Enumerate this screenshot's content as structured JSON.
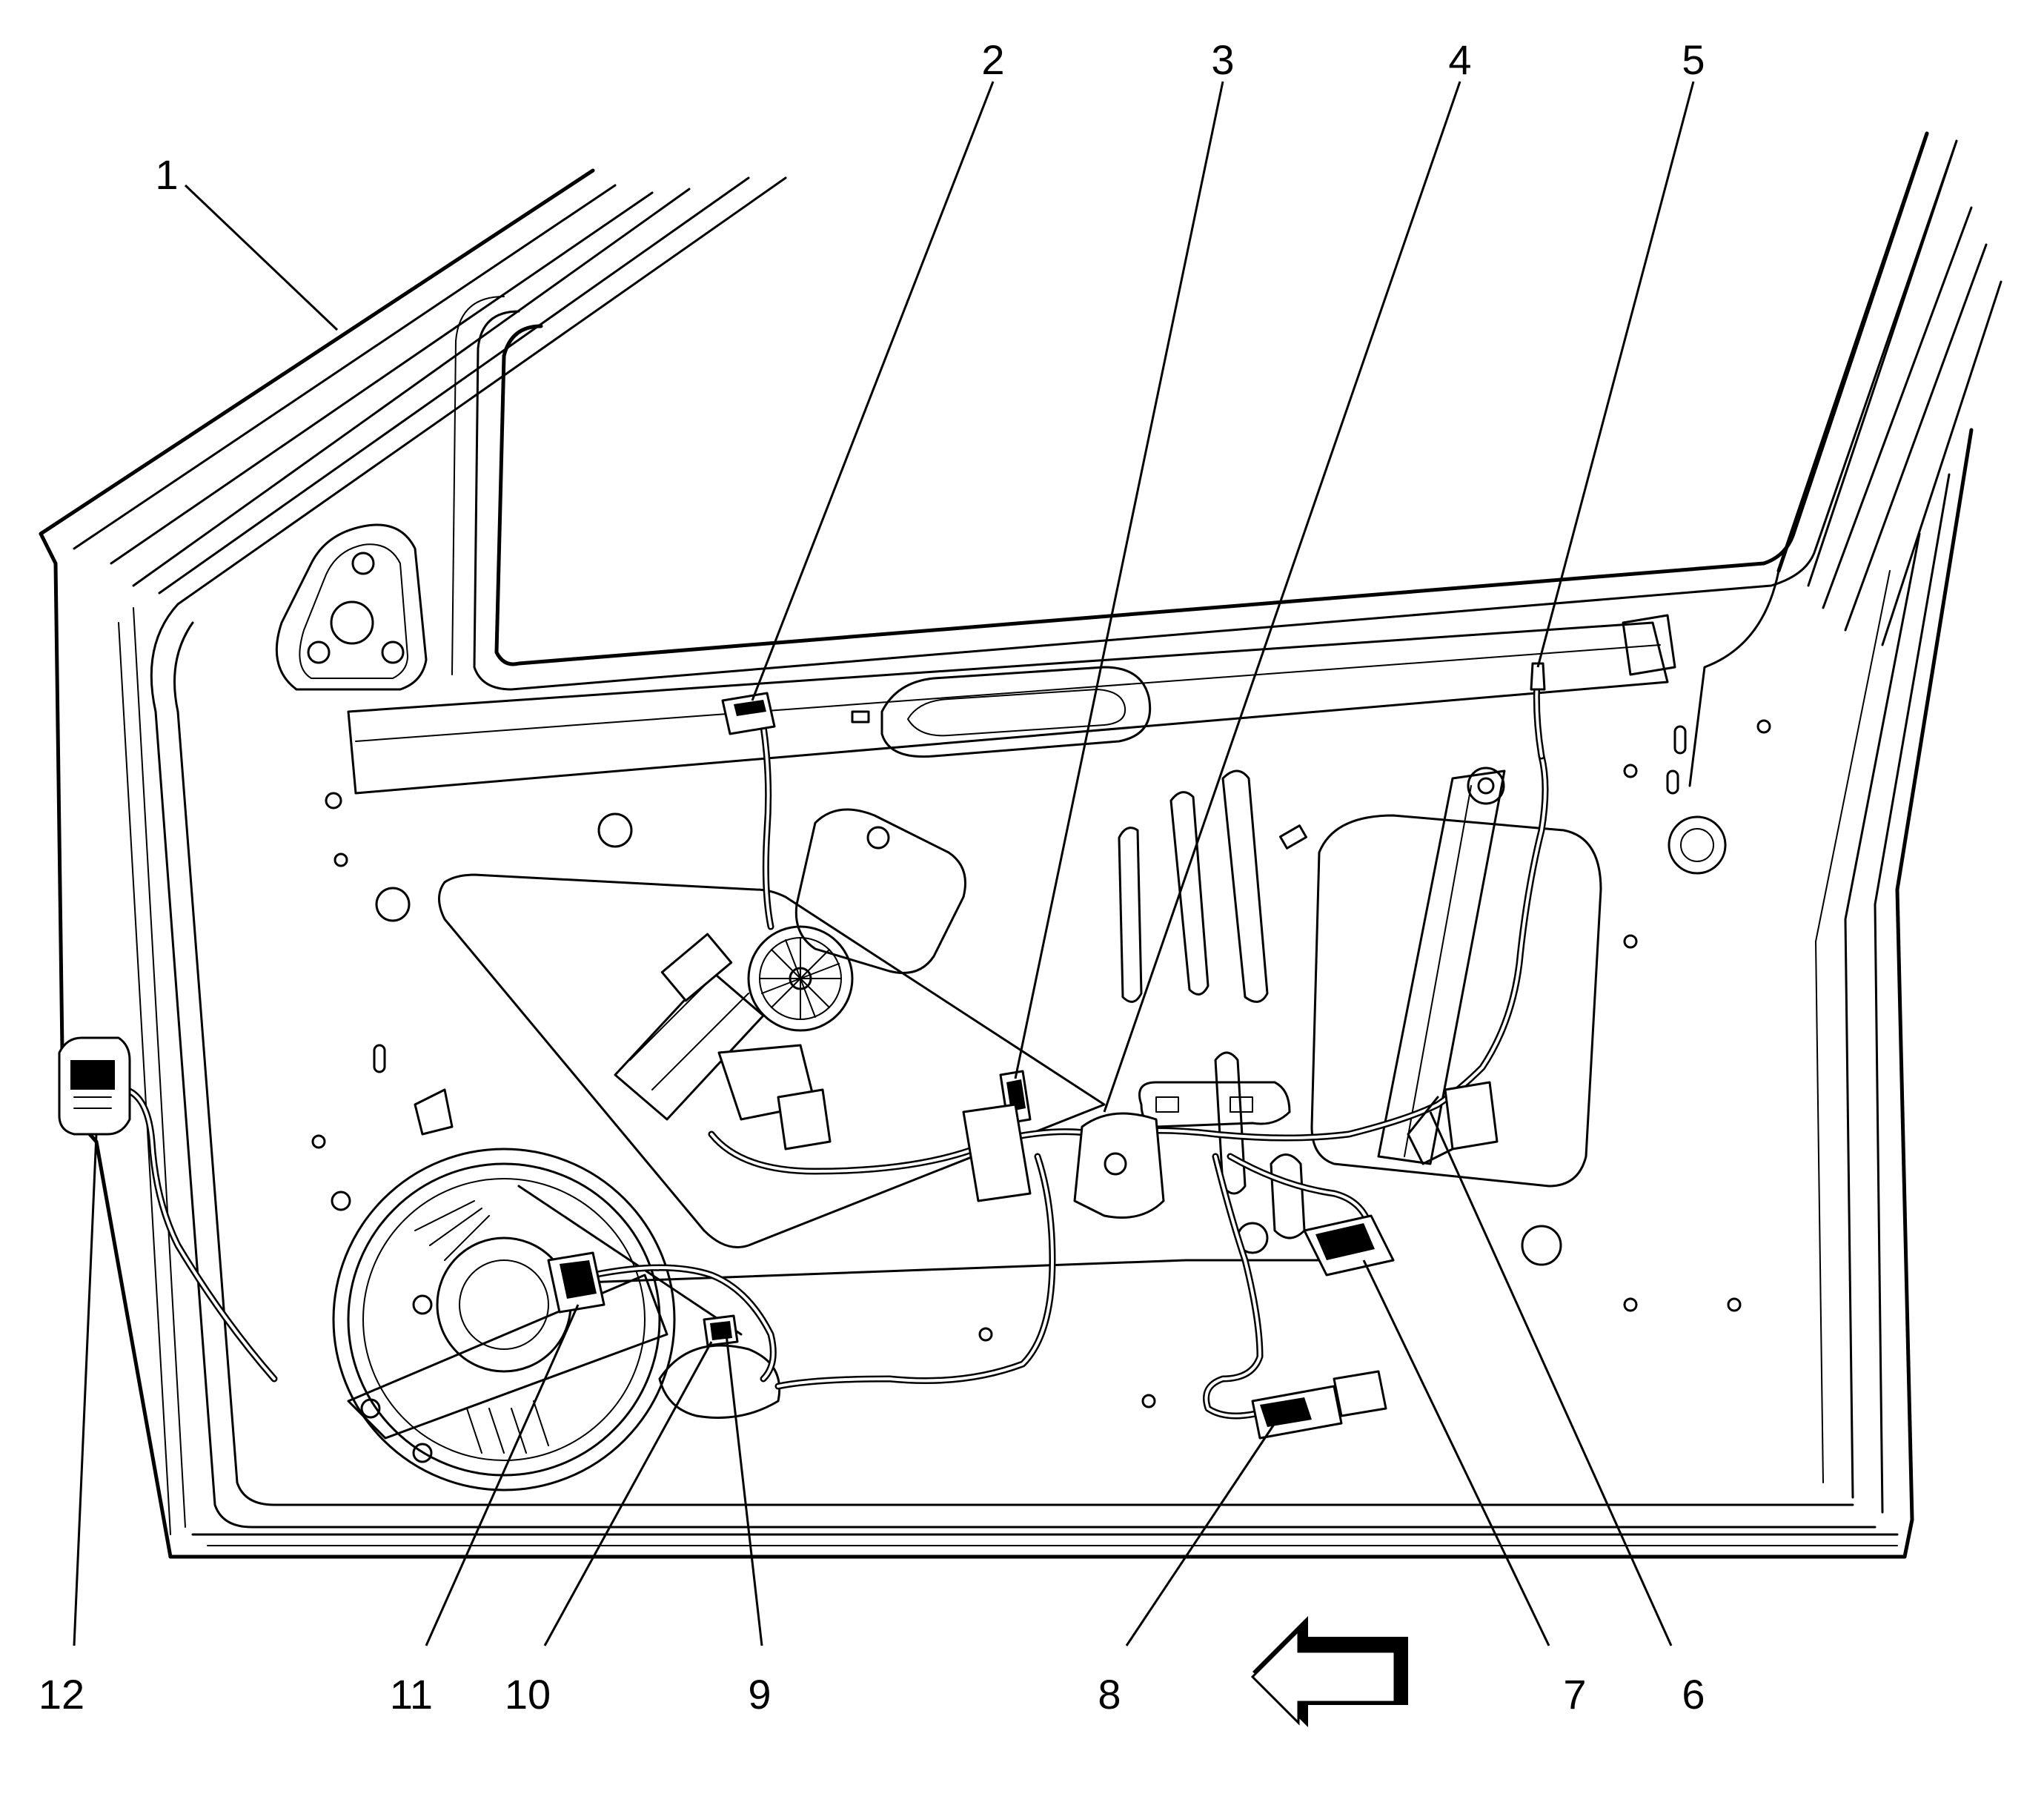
{
  "diagram": {
    "callouts": [
      {
        "id": "1",
        "label": "1"
      },
      {
        "id": "2",
        "label": "2"
      },
      {
        "id": "3",
        "label": "3"
      },
      {
        "id": "4",
        "label": "4"
      },
      {
        "id": "5",
        "label": "5"
      },
      {
        "id": "6",
        "label": "6"
      },
      {
        "id": "7",
        "label": "7"
      },
      {
        "id": "8",
        "label": "8"
      },
      {
        "id": "9",
        "label": "9"
      },
      {
        "id": "10",
        "label": "10"
      },
      {
        "id": "11",
        "label": "11"
      },
      {
        "id": "12",
        "label": "12"
      }
    ],
    "direction_arrow": {
      "icon": "left-arrow-icon",
      "direction": "left"
    }
  }
}
